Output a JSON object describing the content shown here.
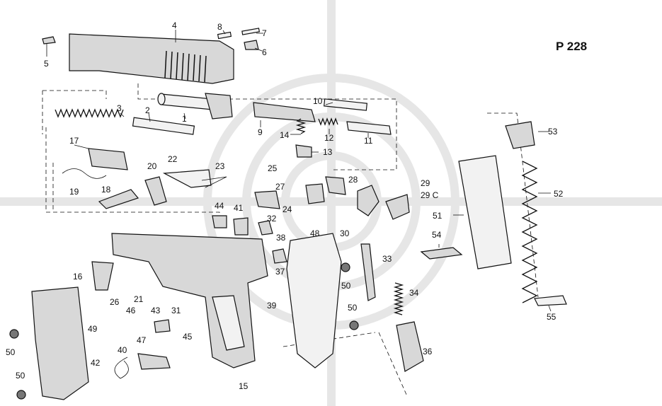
{
  "title": "P 228",
  "labels": [
    "1",
    "2",
    "3",
    "4",
    "5",
    "6",
    "7",
    "8",
    "9",
    "10",
    "11",
    "12",
    "13",
    "14",
    "15",
    "16",
    "17",
    "18",
    "19",
    "20",
    "21",
    "22",
    "23",
    "24",
    "25",
    "26",
    "27",
    "28",
    "29",
    "29 C",
    "30",
    "31",
    "32",
    "33",
    "34",
    "36",
    "37",
    "38",
    "39",
    "40",
    "41",
    "42",
    "43",
    "44",
    "45",
    "46",
    "47",
    "48",
    "49",
    "50",
    "50",
    "50",
    "50",
    "51",
    "52",
    "53",
    "54",
    "55"
  ]
}
